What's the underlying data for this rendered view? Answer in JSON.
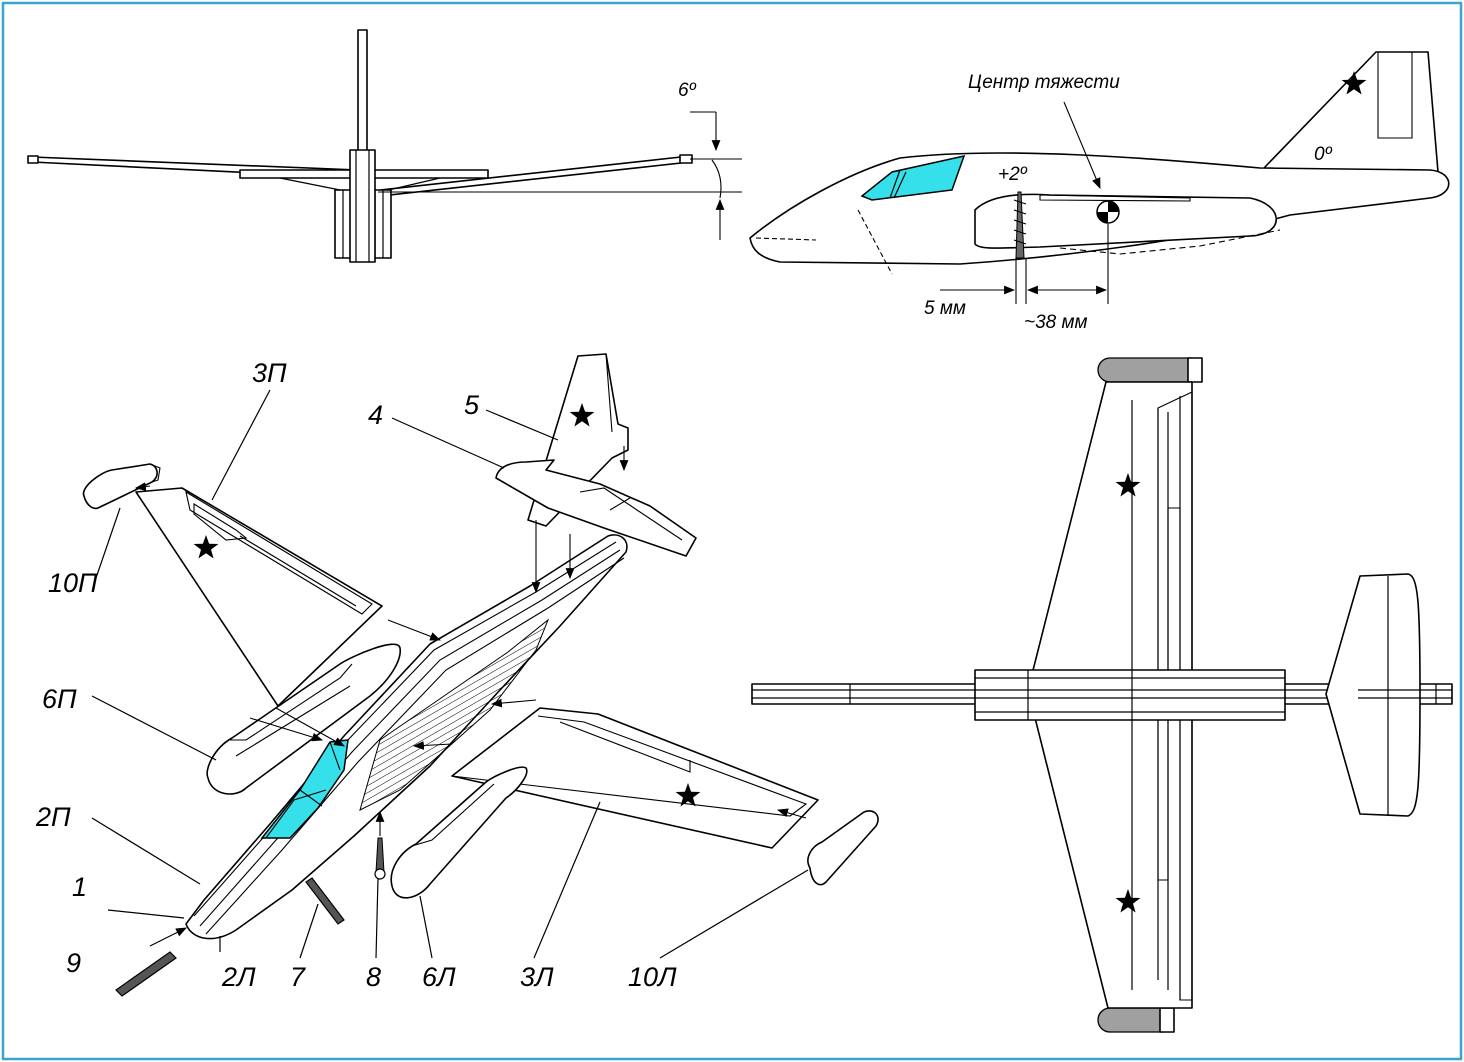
{
  "colors": {
    "frame": "#3aa6c9",
    "canopy_glass": "#36e0ea",
    "wingtip_pods": "#a0a0a0",
    "line": "#000000"
  },
  "front_view": {
    "angle_label": "6º"
  },
  "side_view": {
    "cg_label": "Центр тяжести",
    "fin_angle": "0º",
    "wing_angle": "+2º",
    "dim_screw": "5 мм",
    "dim_cg": "~38 мм"
  },
  "exploded_view": {
    "labels": [
      "1",
      "2П",
      "2Л",
      "3П",
      "3Л",
      "4",
      "5",
      "6П",
      "6Л",
      "7",
      "8",
      "9",
      "10П",
      "10Л"
    ]
  },
  "icons": [
    "red-star-icon",
    "cg-marker-icon"
  ]
}
